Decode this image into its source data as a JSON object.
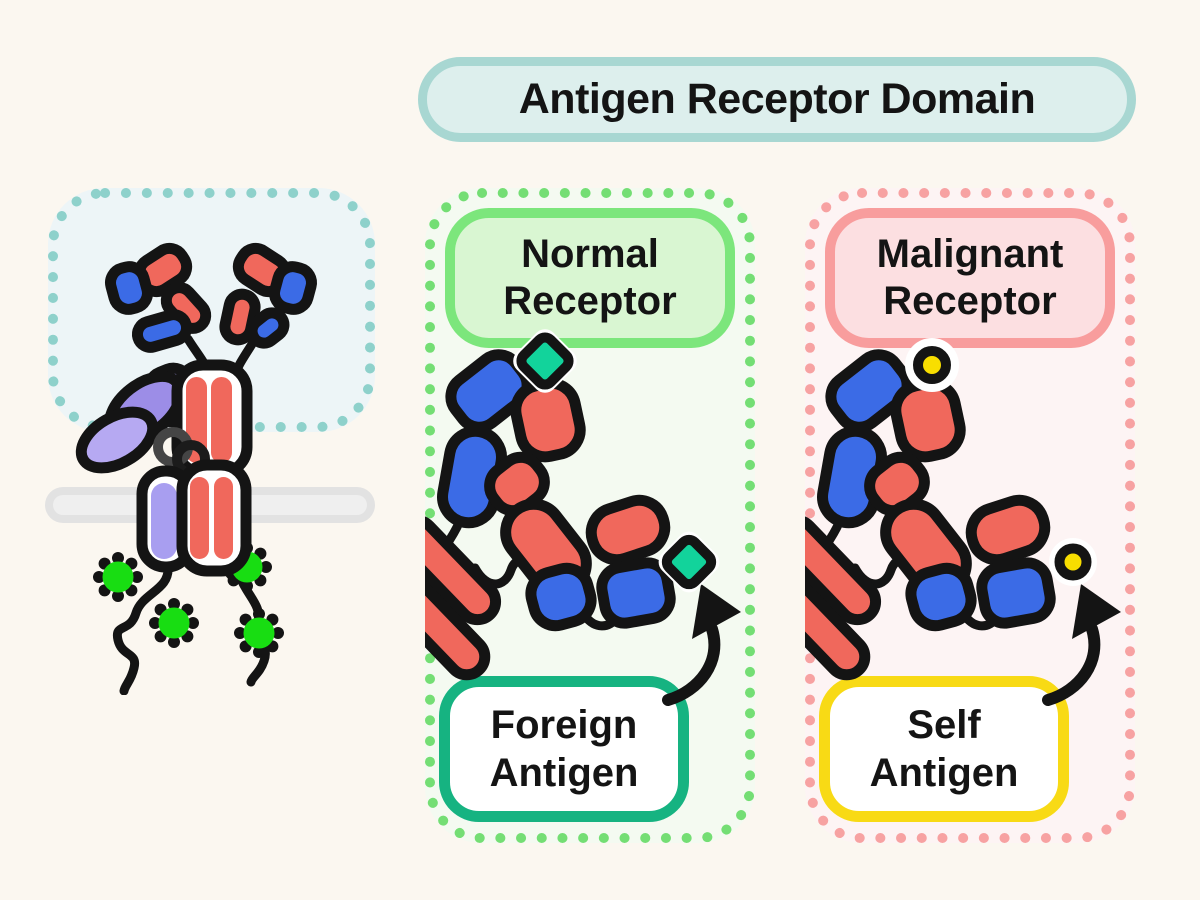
{
  "title": {
    "label": "Antigen Receptor Domain"
  },
  "panels": {
    "normal": {
      "label_line1": "Normal",
      "label_line2": "Receptor",
      "antigen_label_line1": "Foreign",
      "antigen_label_line2": "Antigen",
      "antigen_shape": "diamond"
    },
    "malignant": {
      "label_line1": "Malignant",
      "label_line2": "Receptor",
      "antigen_label_line1": "Self",
      "antigen_label_line2": "Antigen",
      "antigen_shape": "circle"
    }
  },
  "icons": {
    "left_figure": "b-cell-receptor-illustration",
    "normal_figure": "receptor-binding-foreign-antigen-icon",
    "malignant_figure": "receptor-binding-self-antigen-icon",
    "arrow": "curved-arrow-icon",
    "membrane": "cell-membrane-bar",
    "signal": "phosphorylation-burst-icon"
  },
  "colors": {
    "background": "#fbf7f0",
    "outline": "#141414",
    "text": "#141414",
    "blue": "#3b6be6",
    "red": "#f0685c",
    "purple": "#9c8de7",
    "purple_light": "#b6a9f2",
    "purple_capsule": "#a89ef0",
    "burst_green": "#18dd12",
    "membrane": "#e2e2e2",
    "membrane_inner": "#efefef",
    "title_fill": "#ddefed",
    "title_border": "#a8d7d2",
    "left_box_fill": "#edf5f7",
    "left_box_dots": "#8ed1cb",
    "normal_panel_fill": "#f4faf1",
    "normal_panel_dots": "#74de74",
    "normal_label_fill": "#d9f6d2",
    "normal_label_border": "#7ce67c",
    "foreign_label_border": "#16b381",
    "foreign_antigen": "#12d39b",
    "malignant_panel_fill": "#fdf4f4",
    "malignant_panel_dots": "#f7a2a2",
    "malignant_label_fill": "#fcdfe1",
    "malignant_label_border": "#f89d9d",
    "self_label_border": "#f8da15",
    "self_antigen": "#f8de00",
    "ring_gray": "#454545",
    "ring_dark": "#1b1b1b",
    "white": "#ffffff"
  }
}
